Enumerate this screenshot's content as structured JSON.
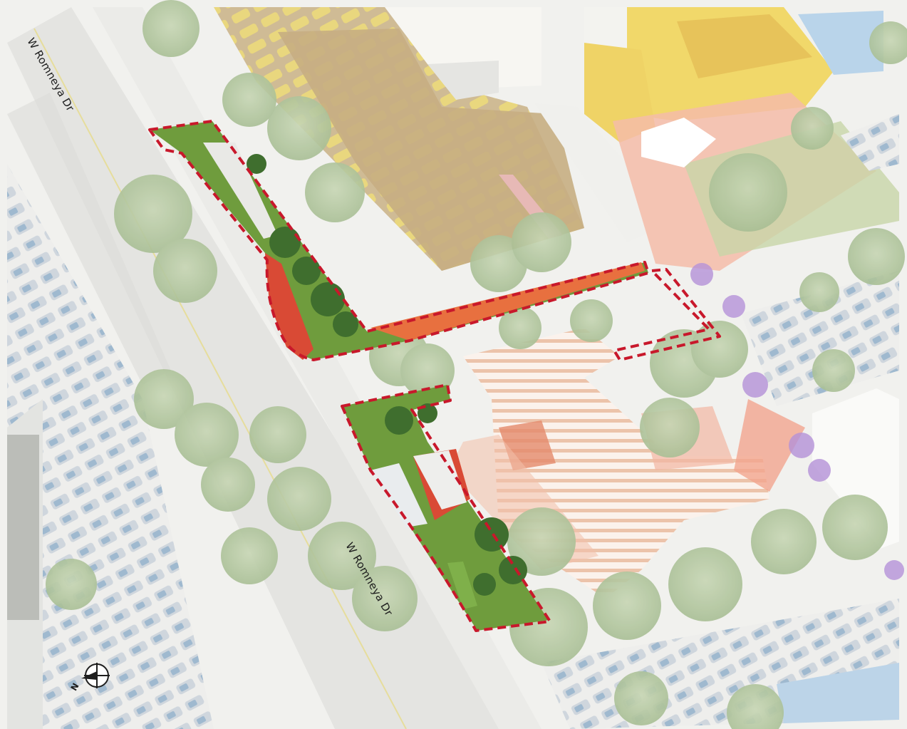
{
  "map": {
    "street_labels": {
      "north": "W Romneya Dr",
      "south": "W Romneya Dr"
    },
    "north_arrow_letter": "N",
    "colors": {
      "highlight_dash": "#c8182b",
      "paving_red": "#d94a35",
      "lawn": "#6f9c3d",
      "trees": "#3f6e2e",
      "wash": "#f2f2f0",
      "hatch": "#e9b79c",
      "parking_lot": "#c9b185",
      "building_yellow": "#f1d86a",
      "plaza": "#f2a58e"
    }
  }
}
